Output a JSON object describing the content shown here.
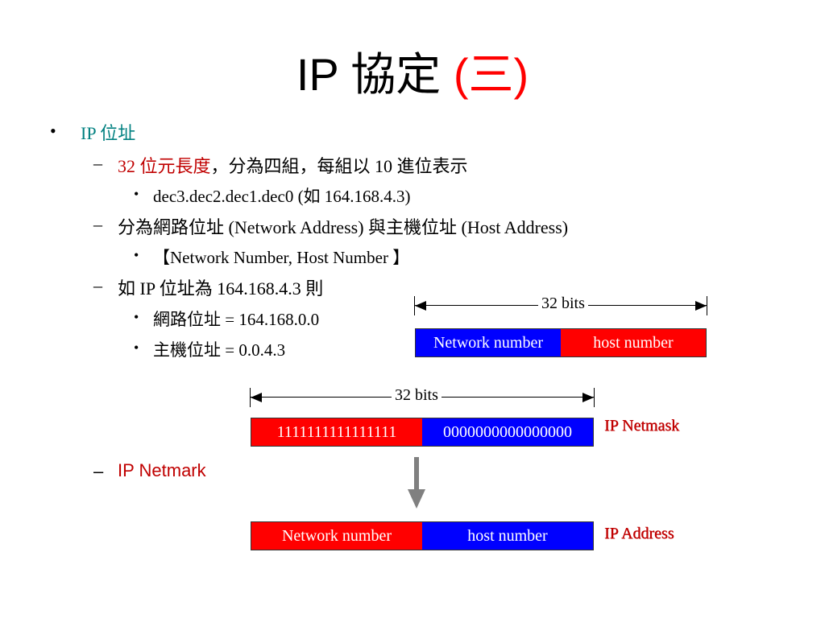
{
  "slide": {
    "title_main": "IP 協定 ",
    "title_paren": "(三)"
  },
  "outline": {
    "l1_bullet": "•",
    "l1_text": "IP 位址",
    "item_a": {
      "dash": "–",
      "red_text": "32 位元長度",
      "rest": "，分為四組，每組以 10 進位表示"
    },
    "item_a_sub": {
      "bullet": "•",
      "text": "dec3.dec2.dec1.dec0 (如 164.168.4.3)"
    },
    "item_b": {
      "dash": "–",
      "text": "分為網路位址 (Network Address) 與主機位址 (Host Address)"
    },
    "item_b_sub": {
      "bullet": "•",
      "text": "【Network Number, Host Number 】"
    },
    "item_c": {
      "dash": "–",
      "text": "如 IP 位址為 164.168.4.3 則"
    },
    "item_c_sub1": {
      "bullet": "•",
      "text": "網路位址 = 164.168.0.0"
    },
    "item_c_sub2": {
      "bullet": "•",
      "text": "主機位址 = 0.0.4.3"
    },
    "item_d": {
      "dash": "–",
      "text": "IP Netmark"
    }
  },
  "diagram_top": {
    "dimension_label": "32 bits",
    "left_segment": "Network number",
    "right_segment": "host number"
  },
  "diagram_mask": {
    "dimension_label": "32 bits",
    "left_segment": "1111111111111111",
    "right_segment": "0000000000000000",
    "side_label": "IP Netmask"
  },
  "diagram_address": {
    "left_segment": "Network number",
    "right_segment": "host number",
    "side_label": "IP Address"
  },
  "colors": {
    "blue": "#0000ff",
    "red": "#ff0000",
    "dark_red": "#c00000",
    "teal": "#008080",
    "arrow_gray": "#808080"
  }
}
